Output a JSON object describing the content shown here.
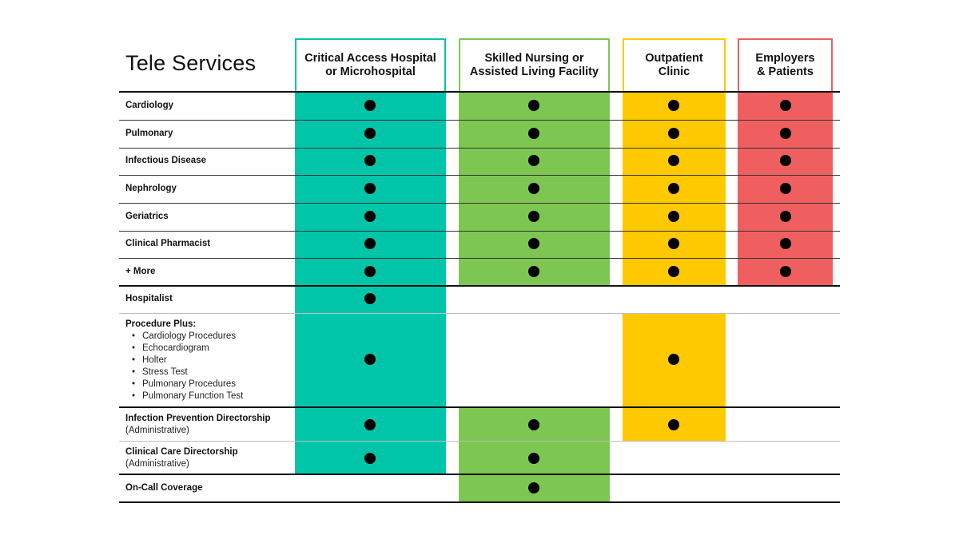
{
  "title": "Tele Services",
  "colors": {
    "critical": "#00C5A9",
    "skilled": "#7DC652",
    "outpatient": "#FFC900",
    "employers": "#EF5F5F"
  },
  "columns": [
    {
      "key": "critical",
      "label": "Critical Access Hospital\nor Microhospital"
    },
    {
      "key": "skilled",
      "label": "Skilled Nursing or\nAssisted Living Facility"
    },
    {
      "key": "outpatient",
      "label": "Outpatient\nClinic"
    },
    {
      "key": "employers",
      "label": "Employers\n& Patients"
    }
  ],
  "rows": [
    {
      "label": "Cardiology",
      "marks": [
        true,
        true,
        true,
        true
      ]
    },
    {
      "label": "Pulmonary",
      "marks": [
        true,
        true,
        true,
        true
      ]
    },
    {
      "label": "Infectious Disease",
      "marks": [
        true,
        true,
        true,
        true
      ]
    },
    {
      "label": "Nephrology",
      "marks": [
        true,
        true,
        true,
        true
      ]
    },
    {
      "label": "Geriatrics",
      "marks": [
        true,
        true,
        true,
        true
      ]
    },
    {
      "label": "Clinical Pharmacist",
      "marks": [
        true,
        true,
        true,
        true
      ]
    },
    {
      "label": "+ More",
      "marks": [
        true,
        true,
        true,
        true
      ]
    },
    {
      "label": "Hospitalist",
      "marks": [
        true,
        false,
        false,
        false
      ]
    },
    {
      "label": "Procedure Plus:",
      "bullets": [
        "Cardiology Procedures",
        "Echocardiogram",
        "Holter",
        "Stress Test",
        "Pulmonary Procedures",
        "Pulmonary Function Test"
      ],
      "marks": [
        true,
        false,
        true,
        false
      ]
    },
    {
      "label": "Infection Prevention Directorship",
      "sub": "(Administrative)",
      "marks": [
        true,
        true,
        true,
        false
      ]
    },
    {
      "label": "Clinical Care Directorship",
      "sub": "(Administrative)",
      "marks": [
        true,
        true,
        false,
        false
      ]
    },
    {
      "label": "On-Call Coverage",
      "marks": [
        false,
        true,
        false,
        false
      ]
    }
  ]
}
